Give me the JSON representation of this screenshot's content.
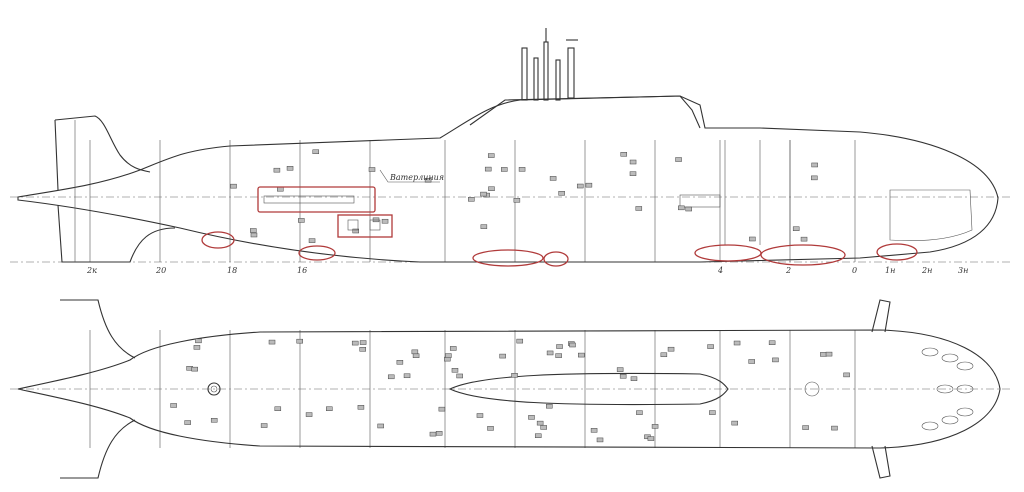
{
  "drawing": {
    "waterline_label": "Ватерлиния",
    "frame_labels": [
      "2к",
      "20",
      "18",
      "16",
      "4",
      "2",
      "0",
      "1н",
      "2н",
      "3н"
    ],
    "highlight_color": "#b03a3a",
    "line_color": "#333333"
  }
}
